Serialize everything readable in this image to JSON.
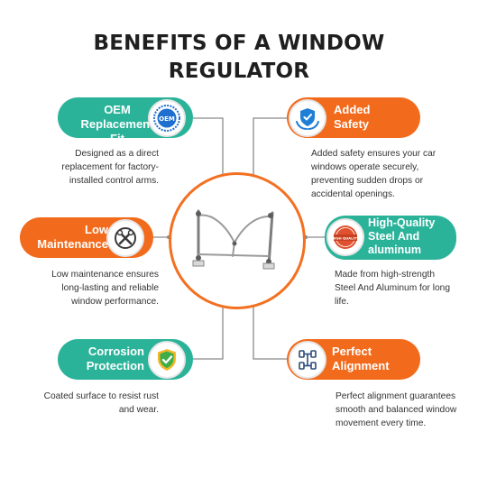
{
  "title": {
    "line1": "BENEFITS OF A WINDOW",
    "line2": "REGULATOR"
  },
  "colors": {
    "teal": "#2bb39a",
    "orange": "#f26a1b",
    "connector_gray": "#8a8a8a"
  },
  "benefits": {
    "oem": {
      "label_line1": "OEM",
      "label_line2": "Replacement Fit",
      "icon": "oem-badge-icon",
      "icon_text": "OEM",
      "desc_line1": "Designed as a direct",
      "desc_line2": "replacement for factory-",
      "desc_line3": "installed control arms."
    },
    "safety": {
      "label_line1": "Added",
      "label_line2": "Safety",
      "icon": "shield-hands-icon",
      "desc_line1": "Added safety ensures your car",
      "desc_line2": "windows operate securely,",
      "desc_line3": "preventing sudden drops or",
      "desc_line4": "accidental openings."
    },
    "maintenance": {
      "label_line1": "Low",
      "label_line2": "Maintenance",
      "icon": "tools-icon",
      "desc_line1": "Low maintenance ensures",
      "desc_line2": "long-lasting and reliable",
      "desc_line3": "window performance."
    },
    "quality": {
      "label_line1": "High-Quality",
      "label_line2": "Steel And",
      "label_line3": "aluminum",
      "icon": "high-quality-seal-icon",
      "icon_text": "HIGH QUALITY",
      "desc_line1": "Made from high-strength",
      "desc_line2": "Steel And Aluminum for long",
      "desc_line3": "life."
    },
    "corrosion": {
      "label_line1": "Corrosion",
      "label_line2": "Protection",
      "icon": "shield-check-icon",
      "desc_line1": "Coated surface to resist rust",
      "desc_line2": "and wear."
    },
    "alignment": {
      "label_line1": "Perfect",
      "label_line2": "Alignment",
      "icon": "wheel-alignment-icon",
      "desc_line1": "Perfect alignment guarantees",
      "desc_line2": "smooth and balanced window",
      "desc_line3": "movement every time."
    }
  },
  "center_image": {
    "icon": "window-regulator-image"
  }
}
